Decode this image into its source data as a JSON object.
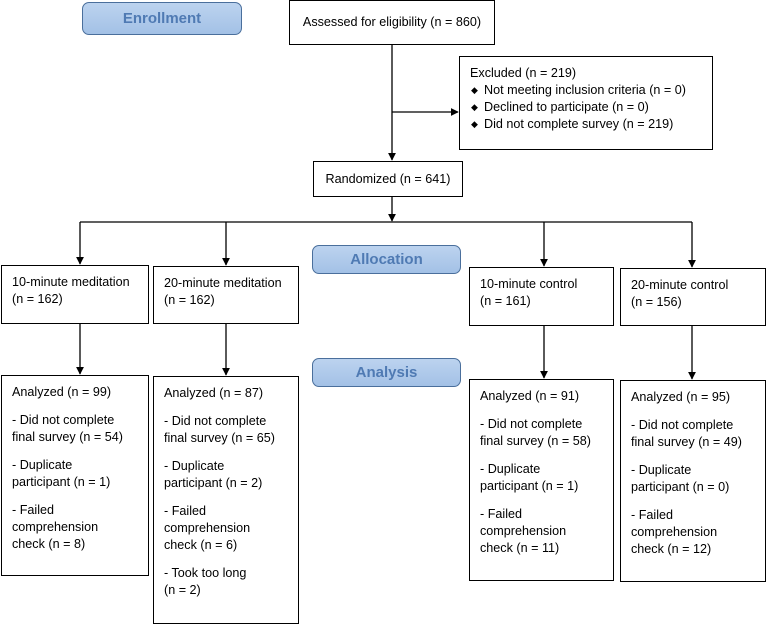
{
  "stages": {
    "enrollment": "Enrollment",
    "allocation": "Allocation",
    "analysis": "Analysis"
  },
  "assessed": "Assessed for eligibility (n = 860)",
  "excluded": {
    "title": "Excluded (n = 219)",
    "items": [
      "Not meeting inclusion criteria (n = 0)",
      "Declined to participate (n = 0)",
      "Did not complete survey (n = 219)"
    ]
  },
  "randomized": "Randomized (n = 641)",
  "arms": [
    {
      "group": [
        "10-minute meditation",
        "(n = 162)"
      ],
      "analyzed": "Analyzed (n = 99)",
      "exclusions": [
        [
          "- Did not complete",
          "final survey (n = 54)"
        ],
        [
          "- Duplicate",
          "participant (n = 1)"
        ],
        [
          "- Failed",
          "comprehension",
          "check (n = 8)"
        ]
      ]
    },
    {
      "group": [
        "20-minute meditation",
        "(n = 162)"
      ],
      "analyzed": "Analyzed (n = 87)",
      "exclusions": [
        [
          "- Did not complete",
          "final survey (n = 65)"
        ],
        [
          "- Duplicate",
          "participant (n = 2)"
        ],
        [
          "- Failed",
          "comprehension",
          "check (n = 6)"
        ],
        [
          "- Took too long",
          "(n = 2)"
        ]
      ]
    },
    {
      "group": [
        "10-minute control",
        "(n = 161)"
      ],
      "analyzed": "Analyzed (n = 91)",
      "exclusions": [
        [
          "- Did not complete",
          "final survey (n = 58)"
        ],
        [
          "- Duplicate",
          "participant (n = 1)"
        ],
        [
          "- Failed",
          "comprehension",
          "check (n = 11)"
        ]
      ]
    },
    {
      "group": [
        "20-minute control",
        "(n = 156)"
      ],
      "analyzed": "Analyzed (n = 95)",
      "exclusions": [
        [
          "- Did not complete",
          "final survey (n = 49)"
        ],
        [
          "- Duplicate",
          "participant (n = 0)"
        ],
        [
          "- Failed",
          "comprehension",
          "check (n = 12)"
        ]
      ]
    }
  ]
}
